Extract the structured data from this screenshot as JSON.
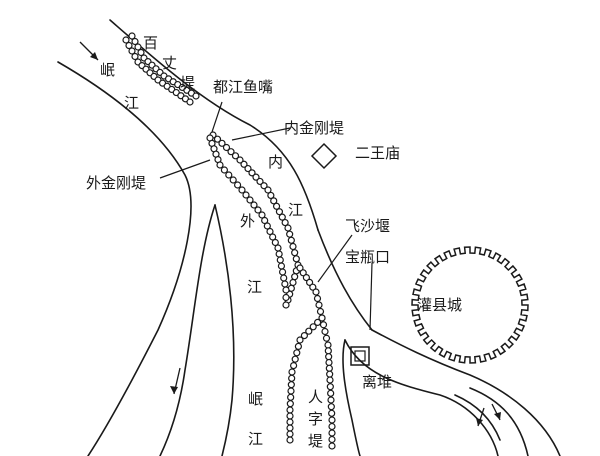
{
  "labels": {
    "baizhangdi": "百丈堤",
    "dujiangyuzui": "都江鱼嘴",
    "neijingangdi": "内金刚堤",
    "erwangmiao": "二王庙",
    "waijingangdi": "外金刚堤",
    "feishayan": "飞沙堰",
    "baopingkou": "宝瓶口",
    "guanxiancheng": "灌县城",
    "lidui": "离堆",
    "renzidi": "人字堤",
    "minjiang_upper": "岷江",
    "minjiang_lower": "岷江",
    "neijiang": "内江",
    "waijiang": "外江"
  },
  "icons": {
    "flow_arrow": "flow-direction-arrow",
    "temple": "diamond-temple-icon",
    "lidui_marker": "square-marker-icon",
    "city": "crenellated-city-wall-icon",
    "levee": "bead-chain-levee"
  },
  "colors": {
    "ink": "#1a1a1a",
    "paper": "#ffffff"
  }
}
